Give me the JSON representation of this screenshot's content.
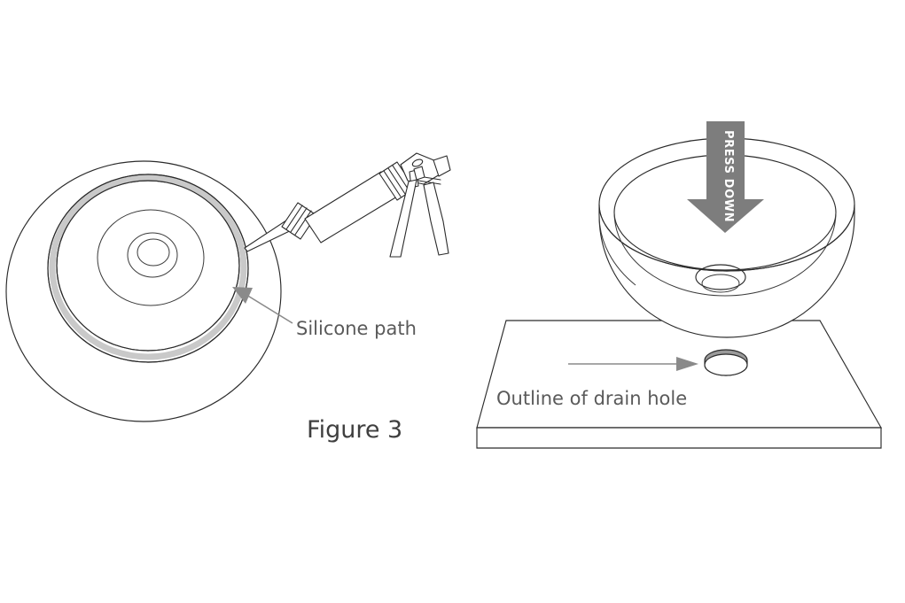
{
  "figure": {
    "caption": "Figure 3",
    "colors": {
      "outline": "#2b2b2b",
      "silicone": "#c9c9c9",
      "leader": "#8a8a8a",
      "press_arrow": "#7d7d7d",
      "callout_text": "#5a5a5a",
      "hole_shade": "#9a9a9a",
      "background": "#ffffff"
    }
  },
  "left_panel": {
    "name": "sink-underside-with-caulk-gun",
    "callout": {
      "label": "Silicone path",
      "arrow": "leader-arrow-left"
    },
    "parts": {
      "sink_body": "sink-underside",
      "silicone_bead": "silicone-bead-ring",
      "drain_boss": "drain-boss-rings",
      "tool": "caulking-gun"
    }
  },
  "right_panel": {
    "name": "sink-bowl-over-countertop",
    "press_arrow": {
      "label": "PRESS DOWN",
      "direction": "down"
    },
    "callout": {
      "label": "Outline of drain hole",
      "arrow": "leader-arrow-right"
    },
    "parts": {
      "bowl": "vessel-sink-bowl",
      "bowl_drain": "bowl-drain-opening",
      "countertop": "countertop-slab",
      "drain_hole": "countertop-drain-hole"
    }
  }
}
